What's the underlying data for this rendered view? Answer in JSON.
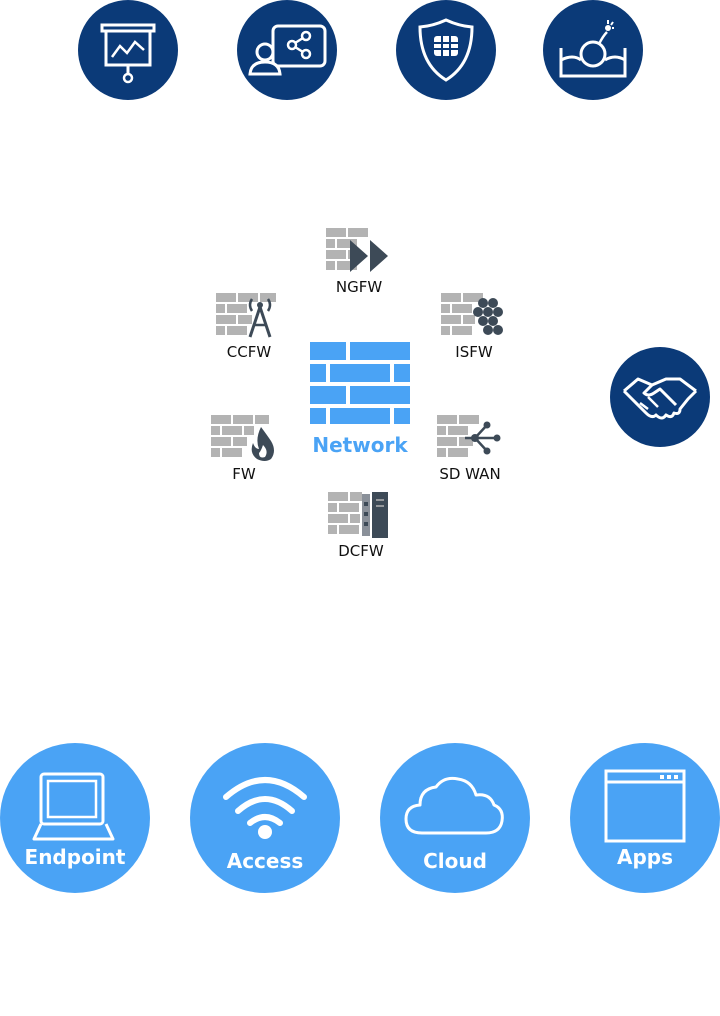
{
  "colors": {
    "navy": "#0b3a78",
    "blue": "#4aa3f5",
    "gray_brick": "#b3b3b3",
    "dark_icon": "#3d4a57"
  },
  "top_icons": [
    {
      "icon": "presentation-chart-icon"
    },
    {
      "icon": "user-share-icon"
    },
    {
      "icon": "shield-fortinet-icon"
    },
    {
      "icon": "bomb-sandbox-icon"
    }
  ],
  "side_icon": {
    "icon": "handshake-icon"
  },
  "network": {
    "center_label": "Network",
    "nodes": {
      "ngfw": "NGFW",
      "ccfw": "CCFW",
      "isfw": "ISFW",
      "fw": "FW",
      "sdwan": "SD WAN",
      "dcfw": "DCFW"
    }
  },
  "bottom": {
    "endpoint": "Endpoint",
    "access": "Access",
    "cloud": "Cloud",
    "apps": "Apps"
  }
}
